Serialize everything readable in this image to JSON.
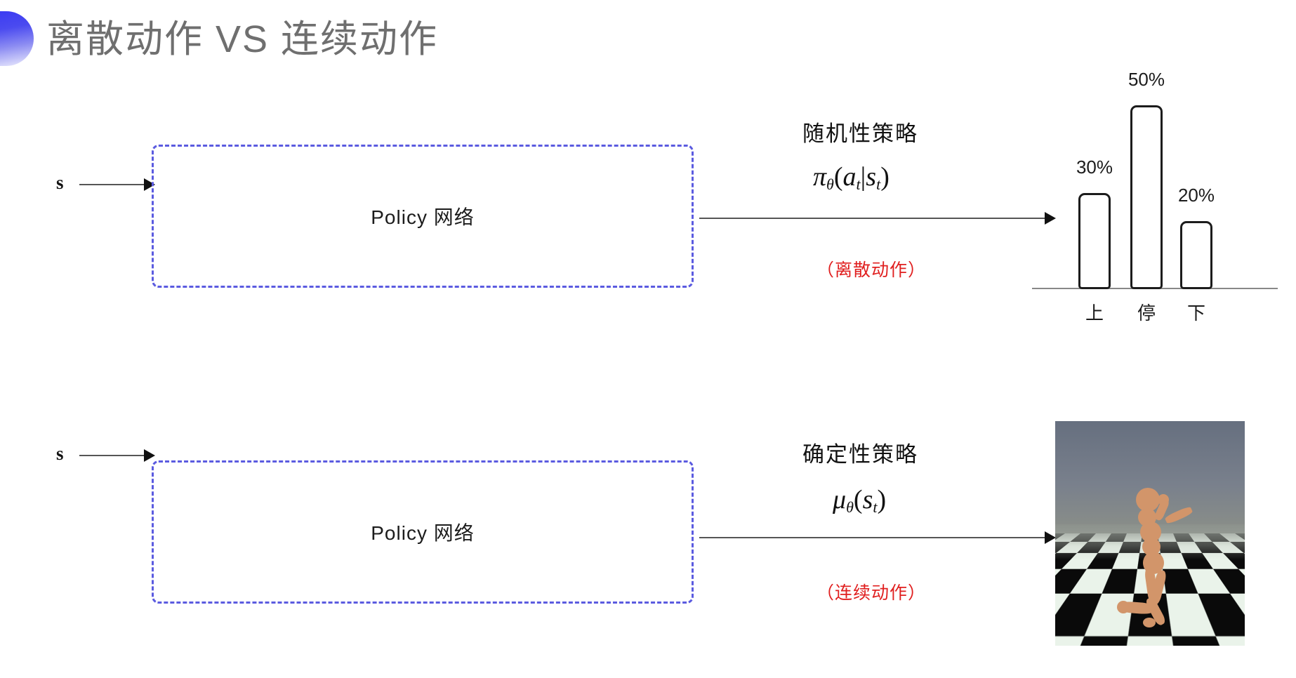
{
  "slide": {
    "title": "离散动作 VS 连续动作",
    "decor_icon": "half-circle-gradient-decor",
    "background": "#ffffff",
    "title_color": "#6f6f6f",
    "accent_color": "#3a3af2"
  },
  "rows": [
    {
      "id": "discrete",
      "input_label": "s",
      "box_label": "Policy 网络",
      "box_border_color": "#5b5be0",
      "policy_kind": "随机性策略",
      "formula_plain": "πθ(at|st)",
      "formula_parts": {
        "fn": "π",
        "sub_fn": "θ",
        "open": "(",
        "arg": "a",
        "sub_arg": "t",
        "bar": "|",
        "state": "s",
        "sub_state": "t",
        "close": ")"
      },
      "action_tag": "（离散动作）",
      "action_tag_color": "#e01f1f"
    },
    {
      "id": "continuous",
      "input_label": "s",
      "box_label": "Policy 网络",
      "box_border_color": "#5b5be0",
      "policy_kind": "确定性策略",
      "formula_plain": "μθ(st)",
      "formula_parts": {
        "fn": "μ",
        "sub_fn": "θ",
        "open": "(",
        "state": "s",
        "sub_state": "t",
        "close": ")"
      },
      "action_tag": "（连续动作）",
      "action_tag_color": "#e01f1f"
    }
  ],
  "chart_data": {
    "type": "bar",
    "title": "",
    "xlabel": "",
    "ylabel": "",
    "categories": [
      "上",
      "停",
      "下"
    ],
    "values": [
      30,
      50,
      20
    ],
    "value_labels": [
      "30%",
      "50%",
      "20%"
    ],
    "ylim": [
      0,
      60
    ],
    "grid": false,
    "legend": null,
    "bar_fill": "#ffffff",
    "bar_stroke": "#1c1c1c",
    "baseline_color": "#888888"
  },
  "simulation": {
    "name": "mujoco-humanoid-frame",
    "caption": "",
    "sky_color": "#6d7684",
    "floor_light": "#eaf3ea",
    "floor_dark": "#0a0a0a",
    "body_color": "#d2956a"
  }
}
